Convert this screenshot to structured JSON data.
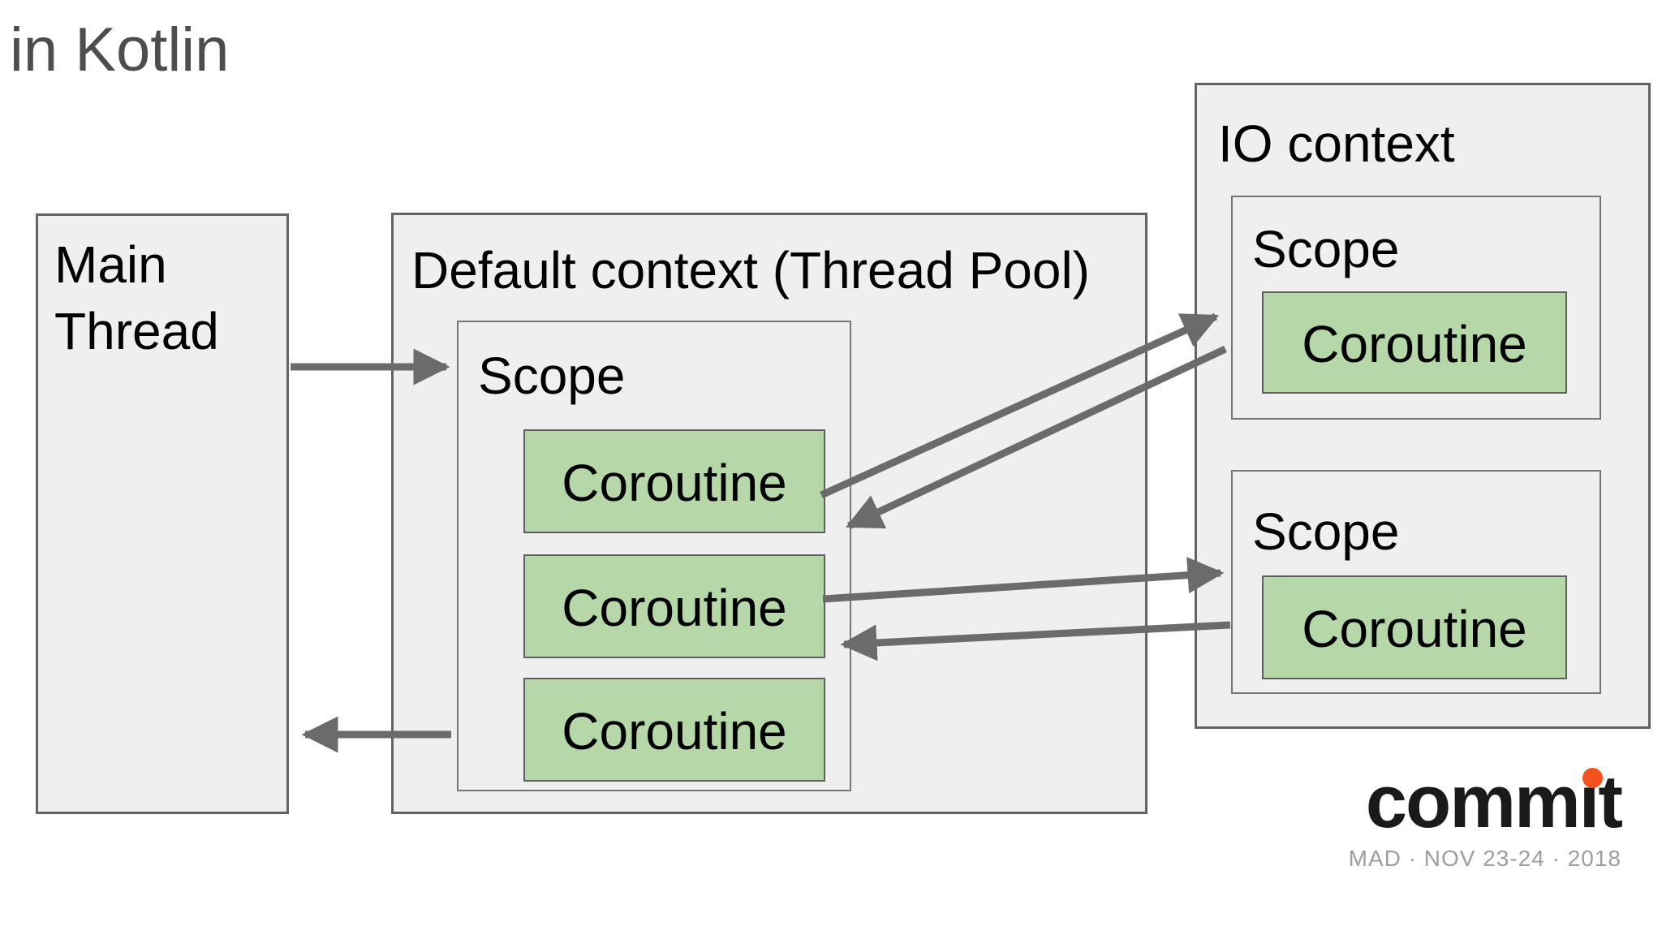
{
  "slide": {
    "title": "in Kotlin"
  },
  "diagram": {
    "main_thread": {
      "label": "Main Thread"
    },
    "default_context": {
      "label": "Default context (Thread Pool)",
      "scope": {
        "label": "Scope",
        "coroutines": [
          "Coroutine",
          "Coroutine",
          "Coroutine"
        ]
      }
    },
    "io_context": {
      "label": "IO context",
      "scopes": [
        {
          "label": "Scope",
          "coroutines": [
            "Coroutine"
          ]
        },
        {
          "label": "Scope",
          "coroutines": [
            "Coroutine"
          ]
        }
      ]
    },
    "arrows": [
      "main-thread to default-scope",
      "default-coroutine-1 to io-scope-1",
      "io-scope-1 to default-coroutine-1",
      "default-coroutine-2 to io-scope-2",
      "io-scope-2 to default-coroutine-2",
      "default-scope to main-thread"
    ]
  },
  "logo": {
    "brand": "commit",
    "event": "MAD · NOV 23-24 · 2018"
  },
  "colors": {
    "background": "#ffffff",
    "title_text": "#4d4d4d",
    "label_text": "#000000",
    "box_fill": "#efefef",
    "box_border": "#636363",
    "scope_border": "#757575",
    "coroutine_fill": "#b6d7a8",
    "coroutine_border": "#5f5f5f",
    "arrow": "#6b6b6b",
    "logo_text": "#1a1a1a",
    "logo_dot": "#f4511e",
    "logo_subtitle": "#9e9e9e"
  }
}
